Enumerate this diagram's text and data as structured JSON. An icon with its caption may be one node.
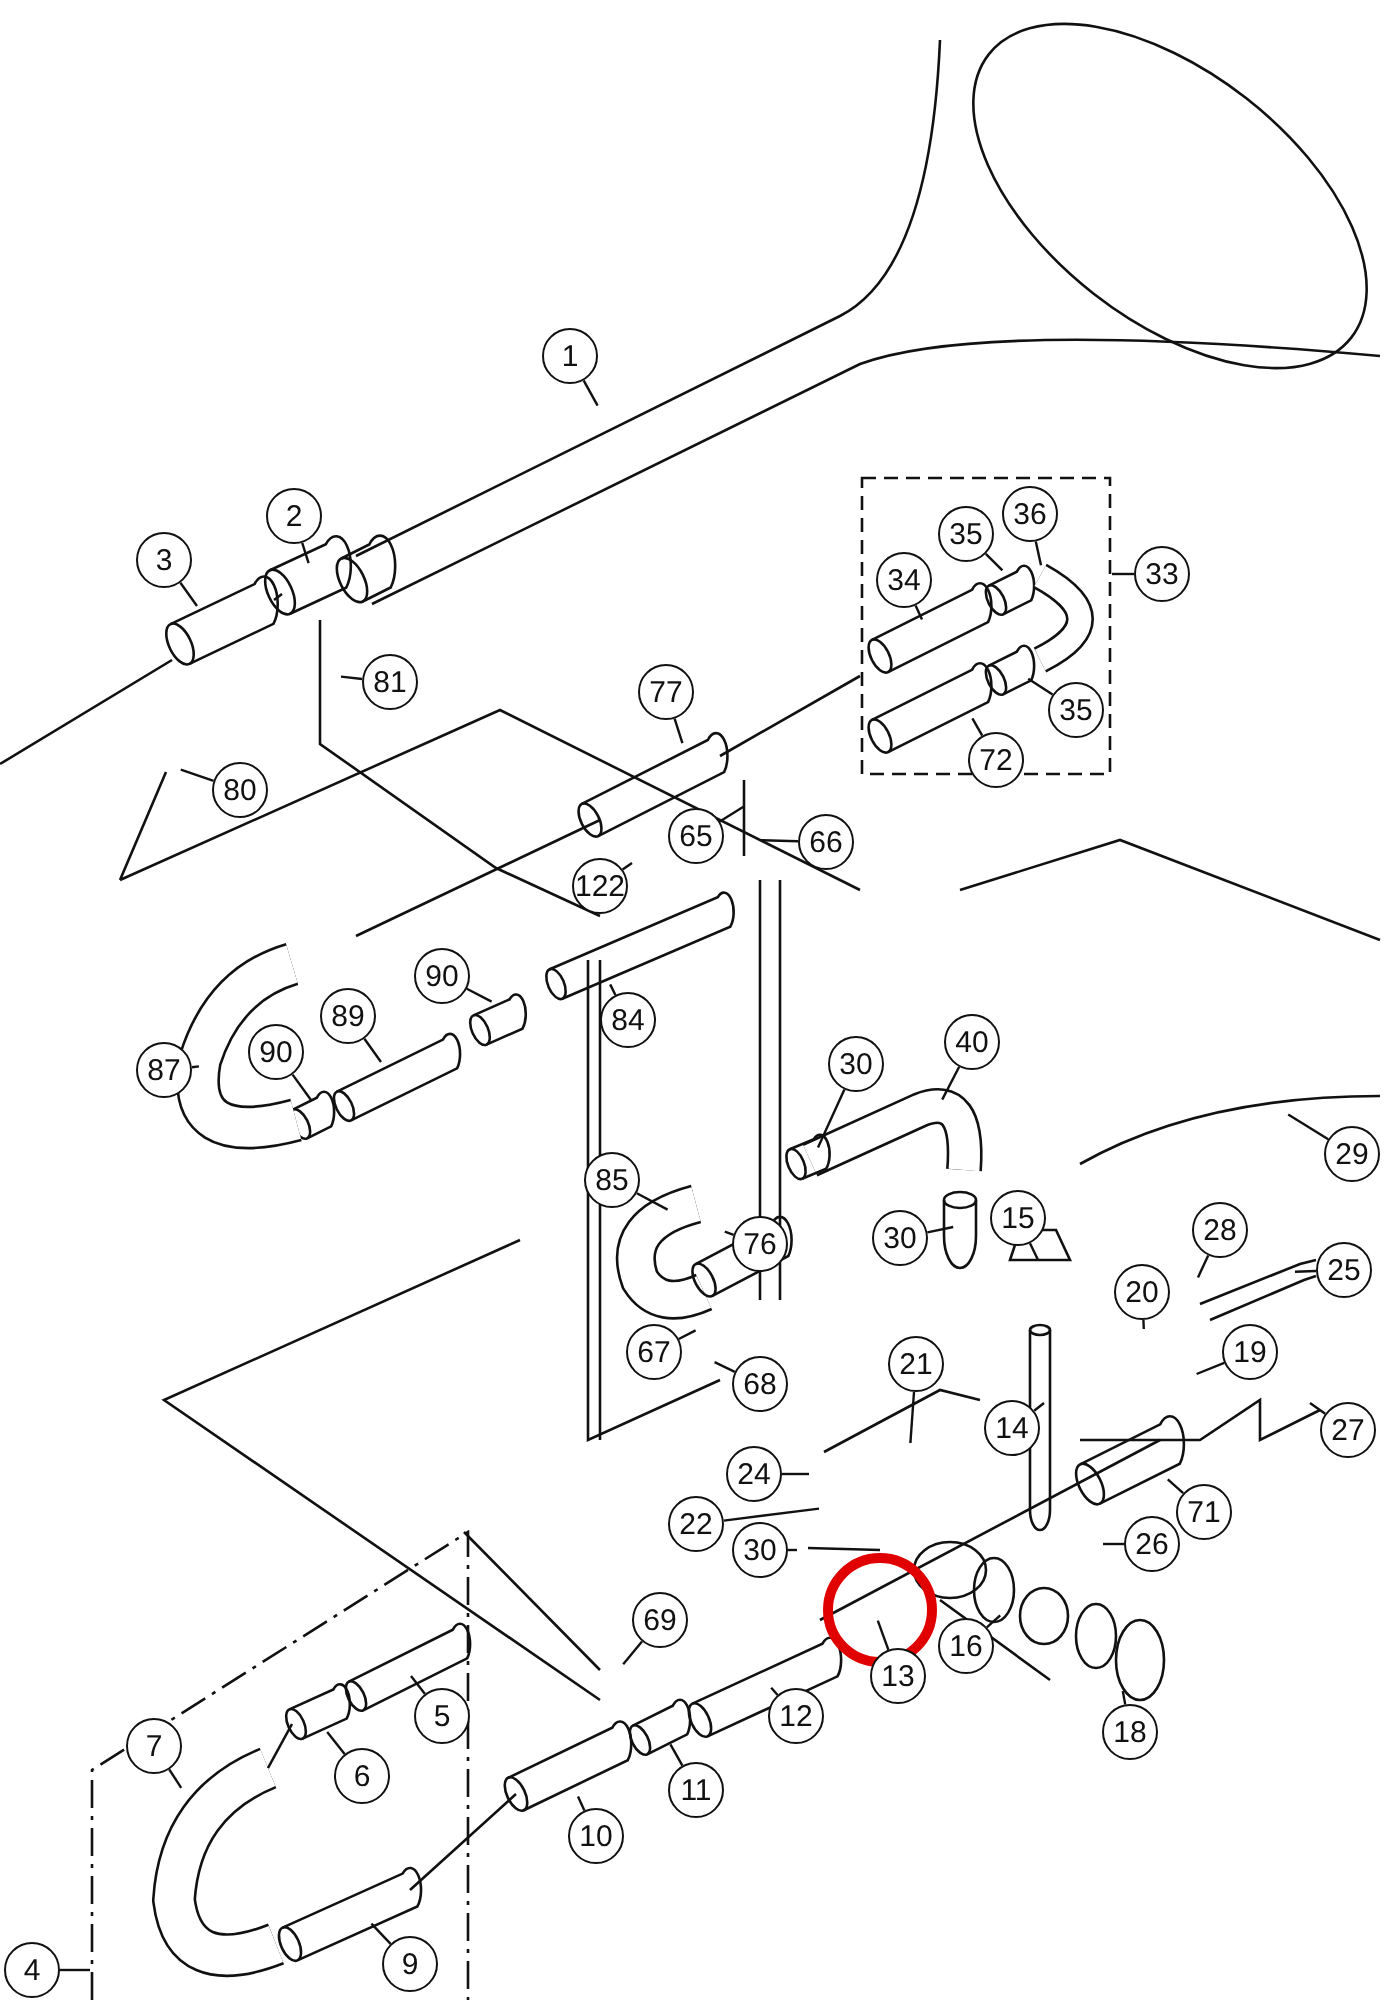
{
  "diagram": {
    "nodes": [
      {
        "text": [
          "1"
        ]
      },
      {
        "text": [
          "2"
        ]
      },
      {
        "text": [],
        "shape": "box"
      },
      {
        "text": [
          "36"
        ],
        "in": 2
      },
      {
        "text": [
          "35"
        ],
        "in": 2
      },
      {
        "text": [
          "33"
        ]
      },
      {
        "text": [
          "3"
        ]
      },
      {
        "text": [
          "34"
        ],
        "in": 2
      },
      {
        "text": [
          "81"
        ]
      },
      {
        "text": [
          "77"
        ]
      },
      {
        "text": [
          "35"
        ],
        "in": 2
      },
      {
        "text": [
          "72"
        ],
        "in": 2
      },
      {
        "text": [
          "80"
        ]
      },
      {
        "text": [
          "65"
        ]
      },
      {
        "text": [
          "66"
        ]
      },
      {
        "text": [
          "122"
        ]
      },
      {
        "text": [
          "90"
        ]
      },
      {
        "text": [
          "84"
        ]
      },
      {
        "text": [
          "89"
        ]
      },
      {
        "text": [
          "40"
        ]
      },
      {
        "text": [
          "87"
        ]
      },
      {
        "text": [
          "30"
        ]
      },
      {
        "text": [
          "90"
        ]
      },
      {
        "text": [
          "29"
        ]
      },
      {
        "text": [
          "85"
        ]
      },
      {
        "text": [
          "15"
        ]
      },
      {
        "text": [
          "30"
        ]
      },
      {
        "text": [
          "28"
        ]
      },
      {
        "text": [
          "76"
        ]
      },
      {
        "text": [
          "25"
        ]
      },
      {
        "text": [
          "20"
        ]
      },
      {
        "text": [
          "67"
        ]
      },
      {
        "text": [
          "19"
        ]
      },
      {
        "text": [
          "21"
        ]
      },
      {
        "text": [
          "68"
        ]
      },
      {
        "text": [
          "14"
        ]
      },
      {
        "text": [
          "27"
        ]
      },
      {
        "text": [
          "24"
        ]
      },
      {
        "text": [
          "71"
        ]
      },
      {
        "text": [
          "22"
        ]
      },
      {
        "text": [
          "30"
        ]
      },
      {
        "text": [
          "26"
        ]
      },
      {
        "text": [],
        "shape": "box"
      },
      {
        "text": [
          "69"
        ]
      },
      {
        "text": [
          "16"
        ]
      },
      {
        "text": [
          "13"
        ]
      },
      {
        "text": [
          "5"
        ],
        "in": 42
      },
      {
        "text": [
          "12"
        ]
      },
      {
        "text": [
          "18"
        ]
      },
      {
        "text": [
          "7"
        ],
        "in": 42
      },
      {
        "text": [
          "6"
        ],
        "in": 42
      },
      {
        "text": [
          "11"
        ]
      },
      {
        "text": [
          "10"
        ]
      },
      {
        "text": [
          "9"
        ],
        "in": 42
      },
      {
        "text": [
          "4"
        ]
      }
    ],
    "edges": [
      {
        "from": 0,
        "to": null,
        "arrow": "none"
      },
      {
        "from": 1,
        "to": null,
        "arrow": "none"
      },
      {
        "from": 3,
        "to": null,
        "arrow": "none"
      },
      {
        "from": 4,
        "to": null,
        "arrow": "none"
      },
      {
        "from": 5,
        "to": 2,
        "arrow": "none"
      },
      {
        "from": 6,
        "to": null,
        "arrow": "none"
      },
      {
        "from": 7,
        "to": null,
        "arrow": "none"
      },
      {
        "from": 8,
        "to": null,
        "arrow": "none"
      },
      {
        "from": 9,
        "to": null,
        "arrow": "none"
      },
      {
        "from": 10,
        "to": null,
        "arrow": "none"
      },
      {
        "from": 11,
        "to": null,
        "arrow": "none"
      },
      {
        "from": 12,
        "to": null,
        "arrow": "none"
      },
      {
        "from": 13,
        "to": null,
        "arrow": "none"
      },
      {
        "from": 14,
        "to": null,
        "arrow": "none"
      },
      {
        "from": 15,
        "to": null,
        "arrow": "none"
      },
      {
        "from": 16,
        "to": null,
        "arrow": "none"
      },
      {
        "from": 17,
        "to": null,
        "arrow": "none"
      },
      {
        "from": 18,
        "to": null,
        "arrow": "none"
      },
      {
        "from": 19,
        "to": null,
        "arrow": "none"
      },
      {
        "from": 20,
        "to": null,
        "arrow": "none"
      },
      {
        "from": 21,
        "to": null,
        "arrow": "none"
      },
      {
        "from": 22,
        "to": null,
        "arrow": "none"
      },
      {
        "from": 23,
        "to": null,
        "arrow": "none"
      },
      {
        "from": 24,
        "to": null,
        "arrow": "none"
      },
      {
        "from": 25,
        "to": null,
        "arrow": "none"
      },
      {
        "from": 26,
        "to": null,
        "arrow": "none"
      },
      {
        "from": 27,
        "to": null,
        "arrow": "none"
      },
      {
        "from": 28,
        "to": null,
        "arrow": "none"
      },
      {
        "from": 29,
        "to": null,
        "arrow": "none"
      },
      {
        "from": 30,
        "to": null,
        "arrow": "none"
      },
      {
        "from": 31,
        "to": null,
        "arrow": "none"
      },
      {
        "from": 32,
        "to": null,
        "arrow": "none"
      },
      {
        "from": 33,
        "to": null,
        "arrow": "none"
      },
      {
        "from": 34,
        "to": null,
        "arrow": "none"
      },
      {
        "from": 35,
        "to": null,
        "arrow": "none"
      },
      {
        "from": 36,
        "to": null,
        "arrow": "none"
      },
      {
        "from": 37,
        "to": null,
        "arrow": "none"
      },
      {
        "from": 38,
        "to": null,
        "arrow": "none"
      },
      {
        "from": 39,
        "to": null,
        "arrow": "none"
      },
      {
        "from": 40,
        "to": null,
        "arrow": "none"
      },
      {
        "from": 41,
        "to": null,
        "arrow": "none"
      },
      {
        "from": 43,
        "to": null,
        "arrow": "none"
      },
      {
        "from": 44,
        "to": null,
        "arrow": "none"
      },
      {
        "from": 45,
        "to": null,
        "arrow": "none"
      },
      {
        "from": 46,
        "to": null,
        "arrow": "none"
      },
      {
        "from": 47,
        "to": null,
        "arrow": "none"
      },
      {
        "from": 48,
        "to": null,
        "arrow": "none"
      },
      {
        "from": 49,
        "to": null,
        "arrow": "none"
      },
      {
        "from": 50,
        "to": null,
        "arrow": "none"
      },
      {
        "from": 51,
        "to": null,
        "arrow": "none"
      },
      {
        "from": 52,
        "to": null,
        "arrow": "none"
      },
      {
        "from": 53,
        "to": null,
        "arrow": "none"
      },
      {
        "from": 54,
        "to": 42,
        "arrow": "none"
      }
    ]
  }
}
